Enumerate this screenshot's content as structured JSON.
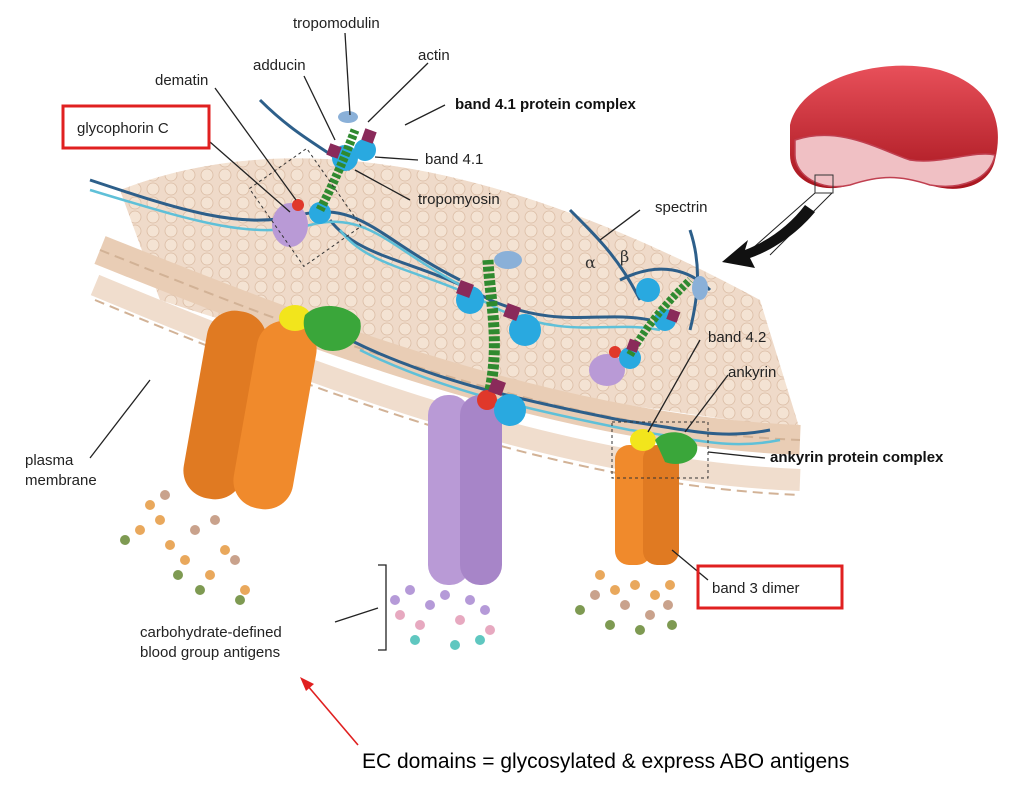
{
  "labels": {
    "tropomodulin": "tropomodulin",
    "actin": "actin",
    "adducin": "adducin",
    "dematin": "dematin",
    "band41_complex": "band 4.1 protein complex",
    "glycophorin_c": "glycophorin C",
    "band41": "band 4.1",
    "tropomyosin": "tropomyosin",
    "spectrin": "spectrin",
    "alpha": "α",
    "beta": "β",
    "band42": "band 4.2",
    "ankyrin": "ankyrin",
    "ankyrin_complex": "ankyrin protein complex",
    "plasma_membrane_1": "plasma",
    "plasma_membrane_2": "membrane",
    "band3_dimer": "band 3 dimer",
    "carb_antigens_1": "carbohydrate-defined",
    "carb_antigens_2": "blood group antigens"
  },
  "caption": "EC domains = glycosylated & express ABO antigens",
  "colors": {
    "highlight_box": "#e02020",
    "arrow_red": "#e02020",
    "band3": "#f08a2c",
    "glycophorin": "#b99ad6",
    "band41": "#29a9e0",
    "actin": "#2f8a2f",
    "spectrin": "#2d5f8a",
    "ankyrin": "#3aa63a",
    "band42": "#f2e51c",
    "rbc": "#d8323e"
  }
}
